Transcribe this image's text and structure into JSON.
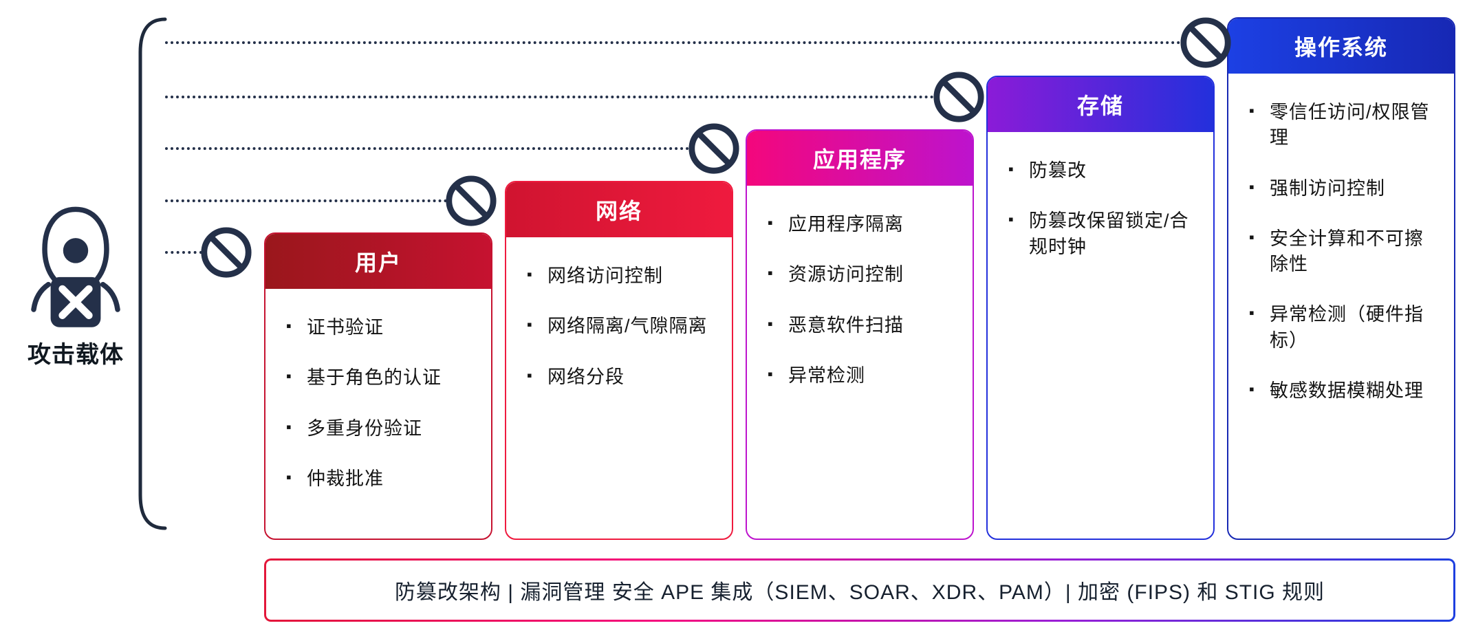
{
  "attack_vector": {
    "label": "攻击载体",
    "hacker_icon": "hooded-hacker-icon",
    "blocked_icon": "no-entry-icon"
  },
  "colors": {
    "ink": "#243049",
    "banner_gradient": [
      "#e3173a",
      "#f5087e",
      "#9a1fd6",
      "#1d3fe0"
    ]
  },
  "layers": [
    {
      "id": "user",
      "title": "用户",
      "items": [
        "证书验证",
        "基于角色的认证",
        "多重身份验证",
        "仲裁批准"
      ],
      "colors": {
        "start": "#9a171c",
        "end": "#c61230"
      }
    },
    {
      "id": "network",
      "title": "网络",
      "items": [
        "网络访问控制",
        "网络隔离/气隙隔离",
        "网络分段"
      ],
      "colors": {
        "start": "#d01430",
        "end": "#ef1a3e"
      }
    },
    {
      "id": "application",
      "title": "应用程序",
      "items": [
        "应用程序隔离",
        "资源访问控制",
        "恶意软件扫描",
        "异常检测"
      ],
      "colors": {
        "start": "#f4077c",
        "end": "#bd13cd"
      }
    },
    {
      "id": "storage",
      "title": "存储",
      "items": [
        "防篡改",
        "防篡改保留锁定/合规时钟"
      ],
      "colors": {
        "start": "#8b1bd8",
        "end": "#2330dc"
      }
    },
    {
      "id": "operating-system",
      "title": "操作系统",
      "items": [
        "零信任访问/权限管理",
        "强制访问控制",
        "安全计算和不可擦除性",
        "异常检测（硬件指标）",
        "敏感数据模糊处理"
      ],
      "colors": {
        "start": "#1c40e4",
        "end": "#1728b4"
      }
    }
  ],
  "banner": {
    "text": "防篡改架构 | 漏洞管理 安全 APE 集成（SIEM、SOAR、XDR、PAM）| 加密 (FIPS) 和 STIG 规则"
  }
}
